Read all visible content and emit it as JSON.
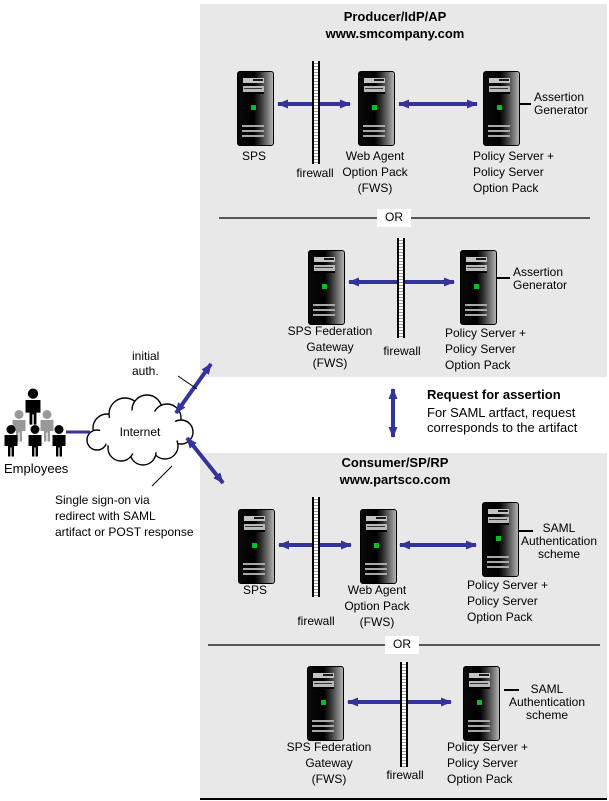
{
  "colors": {
    "box_bg": "#e8e8e8",
    "arrow": "#333399",
    "led": "#00c020"
  },
  "producer": {
    "title": "Producer/IdP/AP",
    "domain": "www.smcompany.com",
    "or_label": "OR",
    "row1": {
      "sps": "SPS",
      "firewall": "firewall",
      "web_agent": "Web Agent\nOption Pack\n(FWS)",
      "policy_server": "Policy Server +\nPolicy Server\nOption Pack",
      "callout": "Assertion\nGenerator"
    },
    "row2": {
      "gateway": "SPS Federation\nGateway\n(FWS)",
      "firewall": "firewall",
      "policy_server": "Policy Server +\nPolicy Server\nOption Pack",
      "callout": "Assertion\nGenerator"
    }
  },
  "consumer": {
    "title": "Consumer/SP/RP",
    "domain": "www.partsco.com",
    "or_label": "OR",
    "row1": {
      "sps": "SPS",
      "firewall": "firewall",
      "web_agent": "Web Agent\nOption Pack\n(FWS)",
      "policy_server": "Policy Server +\nPolicy Server\nOption Pack",
      "callout": "SAML\nAuthentication\nscheme"
    },
    "row2": {
      "gateway": "SPS Federation\nGateway\n(FWS)",
      "firewall": "firewall",
      "policy_server": "Policy Server +\nPolicy Server\nOption Pack",
      "callout": "SAML\nAuthentication\nscheme"
    }
  },
  "middle": {
    "employees": "Employees",
    "internet": "Internet",
    "initial_auth": "initial\nauth.",
    "sso_note": "Single sign-on via\nredirect with SAML\nartifact or POST response",
    "request_title": "Request for assertion",
    "request_body": "For SAML artfact, request\ncorresponds to the artifact"
  }
}
